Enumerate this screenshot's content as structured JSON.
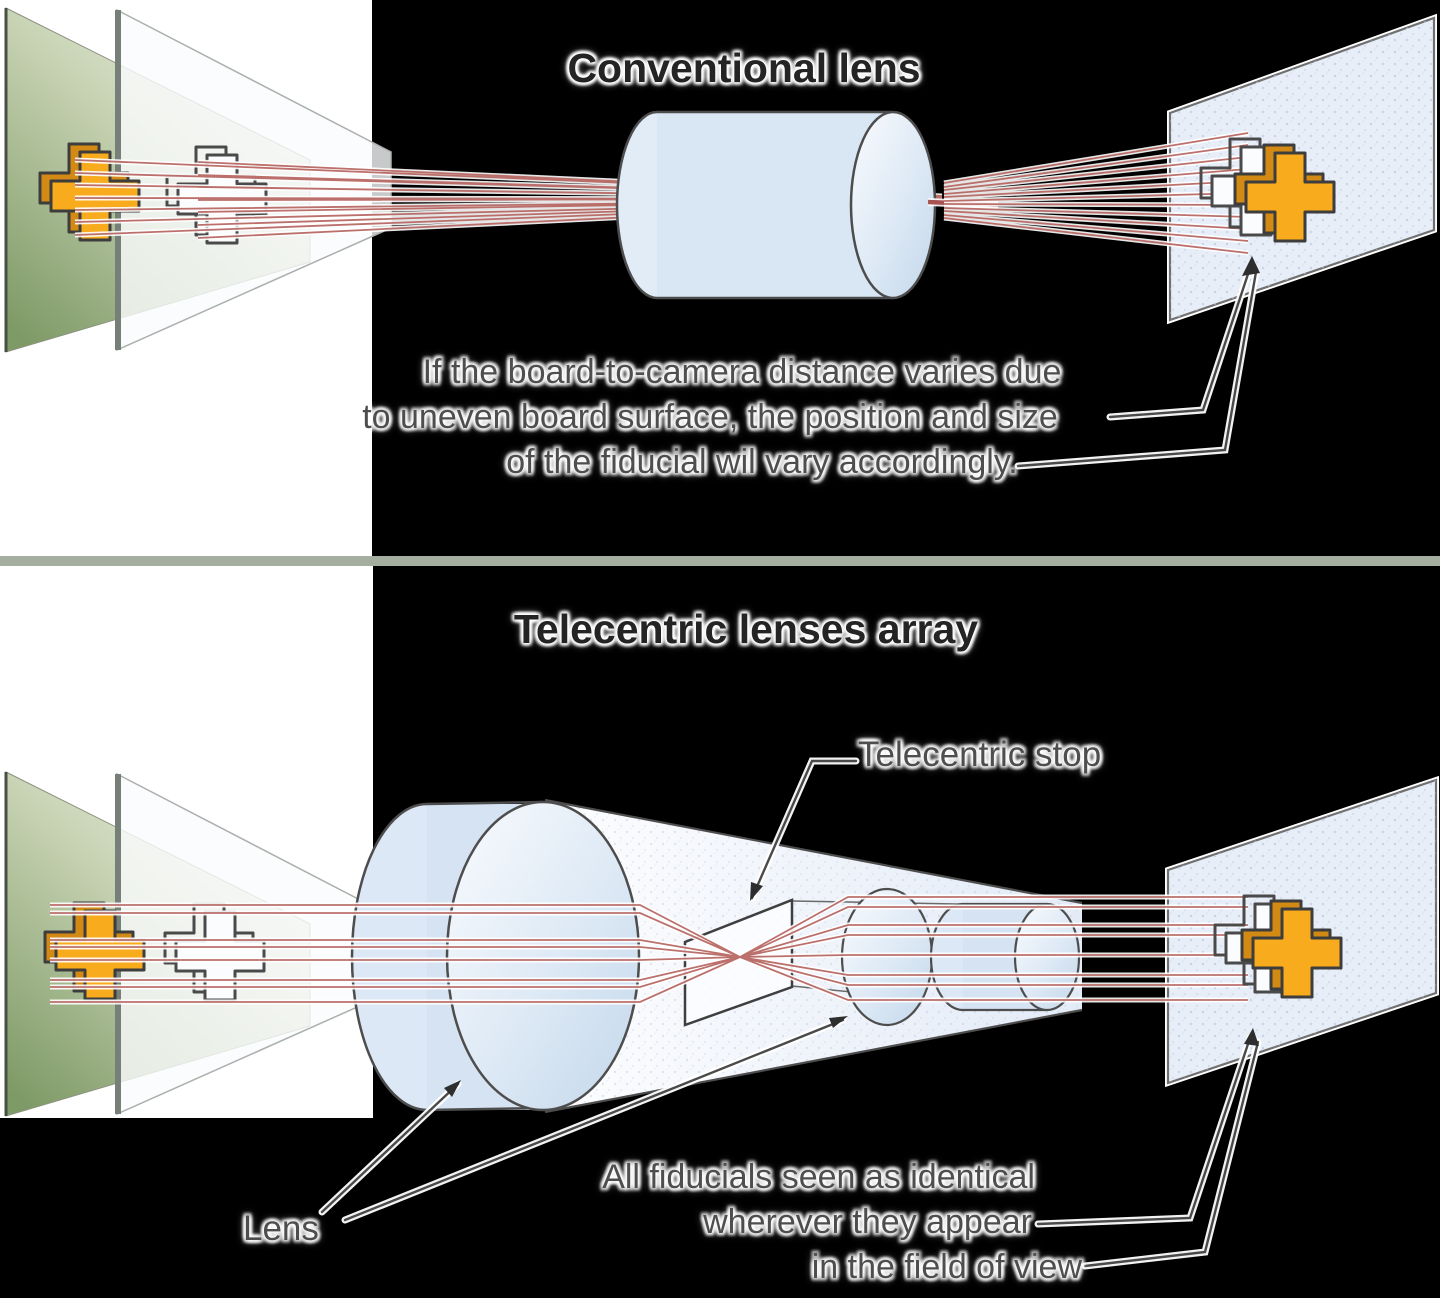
{
  "colors": {
    "background": "#000000",
    "panel_white": "#ffffff",
    "divider": "#a6aea0",
    "ray_red": "#b4605c",
    "board_green": "#7e9a66",
    "lens_blue": "#dce8f5",
    "image_plane_blue": "#e7eef8",
    "fiducial_orange": "#f8ab1c",
    "fiducial_orange_side": "#d28a15",
    "outline_gray": "#4d4d4d",
    "caption_text": "#4e4e4e",
    "title_text": "#242424"
  },
  "conventional": {
    "title": "Conventional lens",
    "caption": [
      "If the board-to-camera distance varies due",
      "to uneven board surface, the position and size",
      "of the fiducial wil vary accordingly."
    ]
  },
  "telecentric": {
    "title": "Telecentric lenses array",
    "stop_label": "Telecentric stop",
    "lens_label": "Lens",
    "caption": [
      "All fiducials seen as identical",
      "wherever they appear",
      "in the field of view"
    ]
  }
}
